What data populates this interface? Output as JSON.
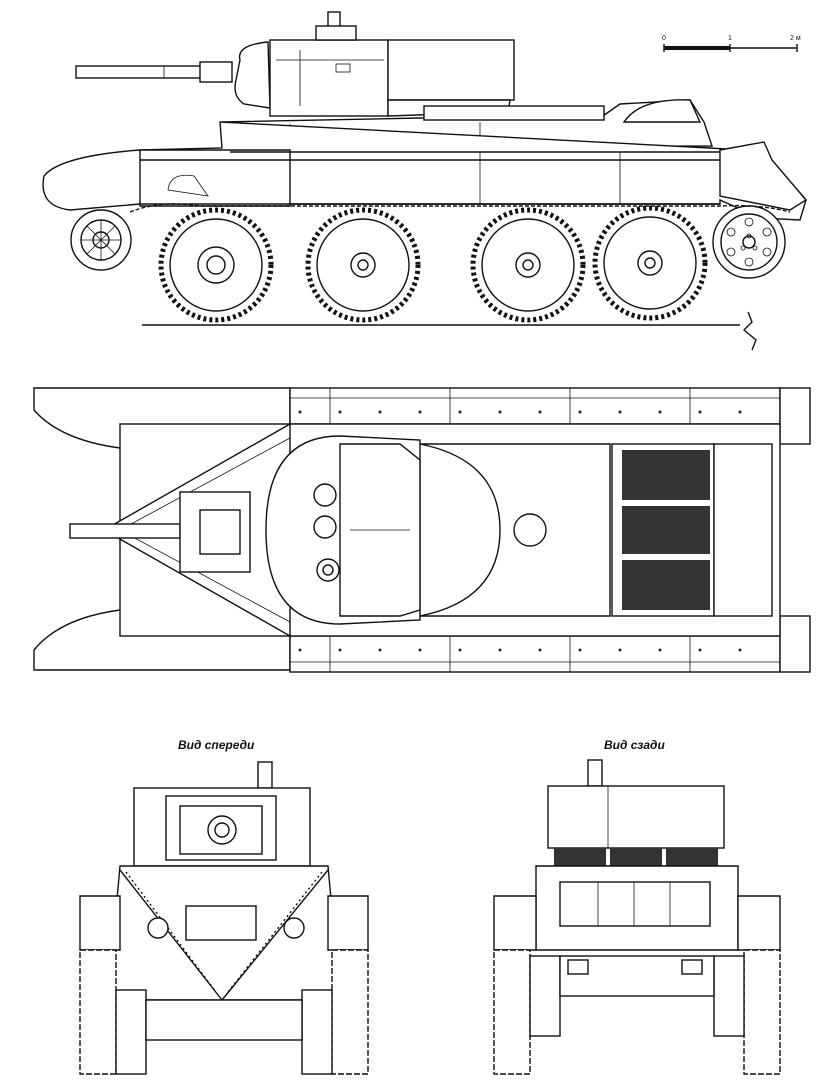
{
  "views": {
    "front_caption": "Вид спереди",
    "rear_caption": "Вид сзади"
  },
  "scale_bar": {
    "ticks": [
      "0",
      "1",
      "2 м"
    ]
  }
}
